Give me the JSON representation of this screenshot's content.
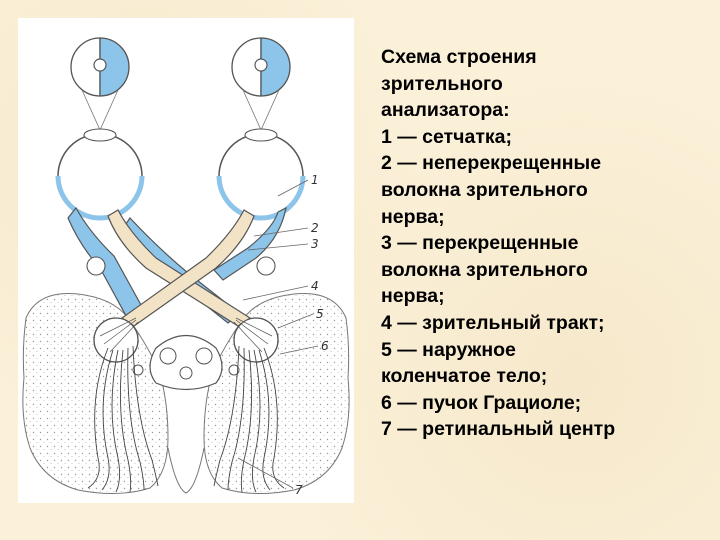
{
  "caption": {
    "lines": [
      "Схема строения",
      "зрительного",
      "анализатора:",
      "1 — сетчатка;",
      "2 — неперекрещенные",
      "волокна зрительного",
      "нерва;",
      "3 — перекрещенные",
      "волокна зрительного",
      "нерва;",
      "4 — зрительный тракт;",
      "5 — наружное",
      "коленчатое тело;",
      "6 — пучок Грациоле;",
      "7 — ретинальный центр"
    ]
  },
  "figure": {
    "labels": [
      "1",
      "2",
      "3",
      "4",
      "5",
      "6",
      "7"
    ]
  },
  "colors": {
    "background": "#fbf1d9",
    "blue_fibers": "#8cc4ea",
    "cream_fibers": "#f3e3c6",
    "outline": "#555555"
  }
}
